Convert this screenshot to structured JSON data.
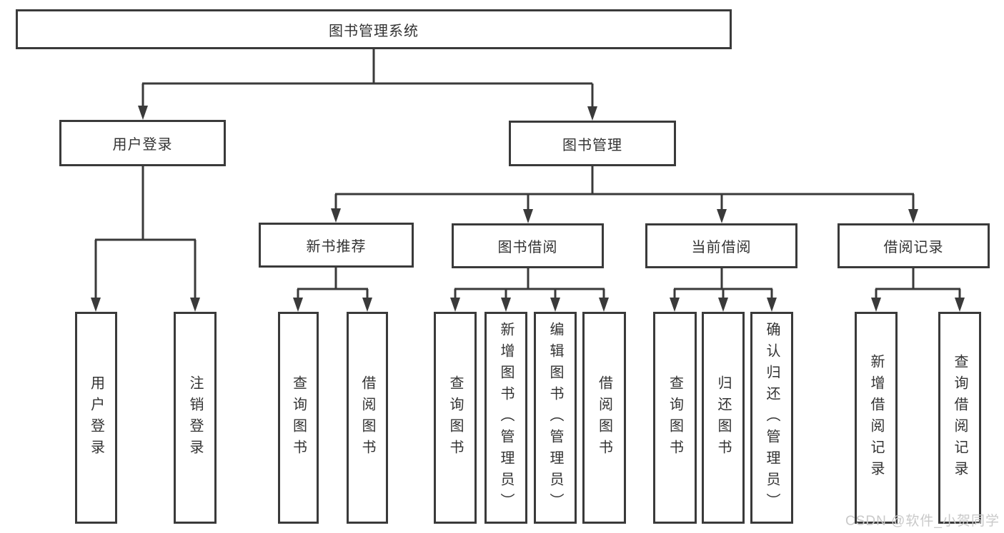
{
  "diagram_title": "图书管理系统",
  "nodes": {
    "root": "图书管理系统",
    "user_login": "用户登录",
    "book_mgmt": "图书管理",
    "new_book_rec": "新书推荐",
    "book_borrow": "图书借阅",
    "current_borrow": "当前借阅",
    "borrow_record": "借阅记录",
    "leaf_user_login": "用户登录",
    "leaf_logout": "注销登录",
    "leaf_rec_query_book": "查询图书",
    "leaf_rec_borrow_book": "借阅图书",
    "leaf_bb_query_book": "查询图书",
    "leaf_bb_add_book": "新增图书（管理员）",
    "leaf_bb_edit_book": "编辑图书（管理员）",
    "leaf_bb_borrow_book": "借阅图书",
    "leaf_cb_query_book": "查询图书",
    "leaf_cb_return_book": "归还图书",
    "leaf_cb_confirm_return": "确认归还（管理员）",
    "leaf_br_add_record": "新增借阅记录",
    "leaf_br_query_record": "查询借阅记录"
  },
  "watermark": "CSDN @软件_小贺同学",
  "colors": {
    "line": "#3a3a3a",
    "text": "#333333",
    "watermark": "#c9c9c9",
    "background": "#ffffff"
  }
}
